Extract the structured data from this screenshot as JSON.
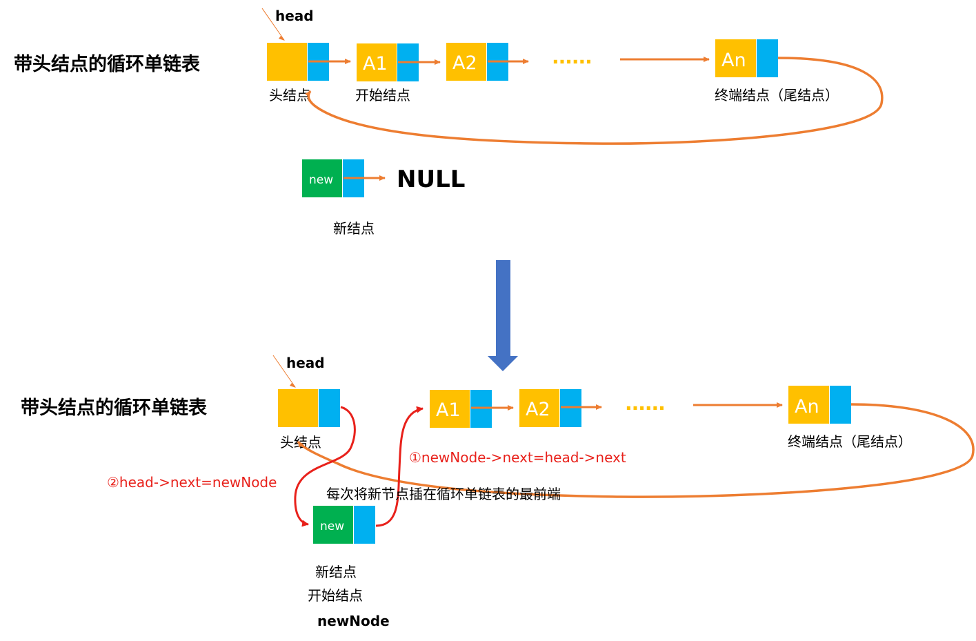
{
  "colors": {
    "data_box": "#ffc000",
    "pointer_box": "#00b0f0",
    "new_box": "#00b050",
    "orange_arrow": "#ed7d31",
    "red_arrow": "#e8211b",
    "blue_arrow": "#4472c4"
  },
  "top": {
    "title": "带头结点的循环单链表",
    "head_pointer": "head",
    "head_label": "头结点",
    "a1": "A1",
    "a2": "A2",
    "an": "An",
    "dots": "......",
    "start_label": "开始结点",
    "tail_label": "终端结点（尾结点）"
  },
  "new_node": {
    "box_text": "new",
    "null_text": "NULL",
    "label": "新结点"
  },
  "bottom": {
    "title": "带头结点的循环单链表",
    "head_pointer": "head",
    "head_label": "头结点",
    "a1": "A1",
    "a2": "A2",
    "an": "An",
    "dots": "......",
    "tail_label": "终端结点（尾结点）",
    "step1": "①newNode->next=head->next",
    "step2": "②head->next=newNode",
    "note": "每次将新节点插在循环单链表的最前端",
    "new_box_text": "new",
    "new_label_1": "新结点",
    "new_label_2": "开始结点",
    "new_label_3": "newNode"
  }
}
